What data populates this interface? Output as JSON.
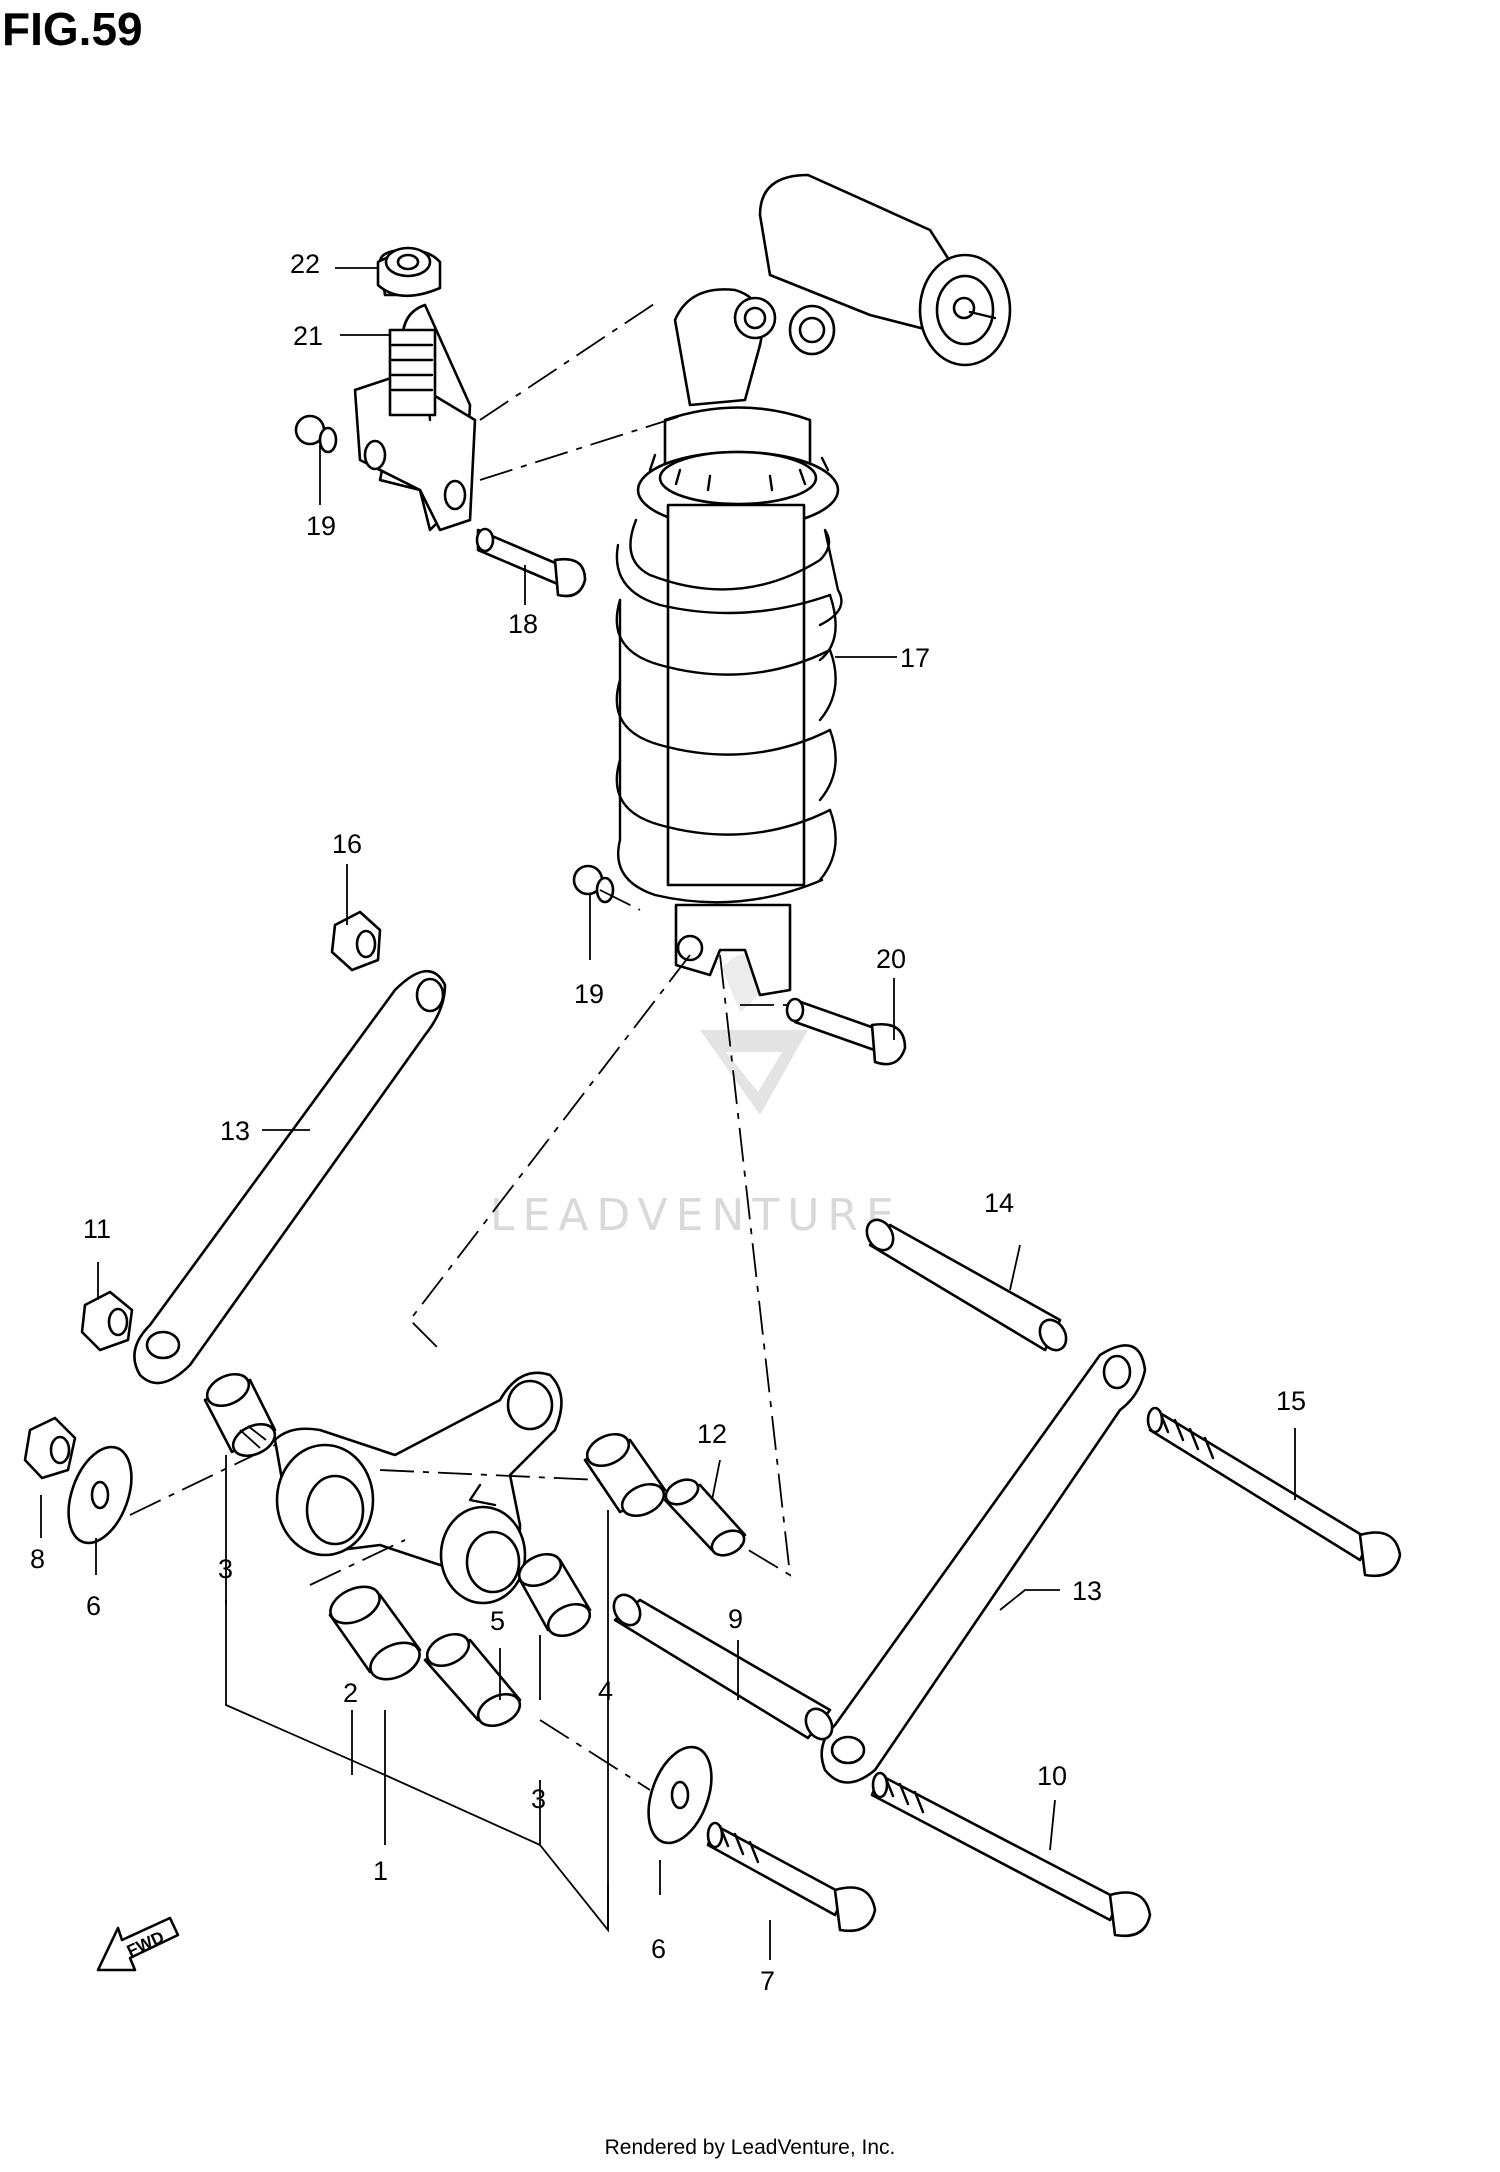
{
  "figure": {
    "title": "FIG.59",
    "watermark": "LEADVENTURE",
    "footer": "Rendered by LeadVenture, Inc.",
    "fwd_label": "FWD"
  },
  "callouts": [
    {
      "id": "c1",
      "text": "1"
    },
    {
      "id": "c2",
      "text": "2"
    },
    {
      "id": "c3a",
      "text": "3"
    },
    {
      "id": "c3b",
      "text": "3"
    },
    {
      "id": "c4",
      "text": "4"
    },
    {
      "id": "c5",
      "text": "5"
    },
    {
      "id": "c6a",
      "text": "6"
    },
    {
      "id": "c6b",
      "text": "6"
    },
    {
      "id": "c7",
      "text": "7"
    },
    {
      "id": "c8",
      "text": "8"
    },
    {
      "id": "c9",
      "text": "9"
    },
    {
      "id": "c10",
      "text": "10"
    },
    {
      "id": "c11",
      "text": "11"
    },
    {
      "id": "c12",
      "text": "12"
    },
    {
      "id": "c13a",
      "text": "13"
    },
    {
      "id": "c13b",
      "text": "13"
    },
    {
      "id": "c14",
      "text": "14"
    },
    {
      "id": "c15",
      "text": "15"
    },
    {
      "id": "c16",
      "text": "16"
    },
    {
      "id": "c17",
      "text": "17"
    },
    {
      "id": "c18",
      "text": "18"
    },
    {
      "id": "c19a",
      "text": "19"
    },
    {
      "id": "c19b",
      "text": "19"
    },
    {
      "id": "c20",
      "text": "20"
    },
    {
      "id": "c21",
      "text": "21"
    },
    {
      "id": "c22",
      "text": "22"
    }
  ]
}
